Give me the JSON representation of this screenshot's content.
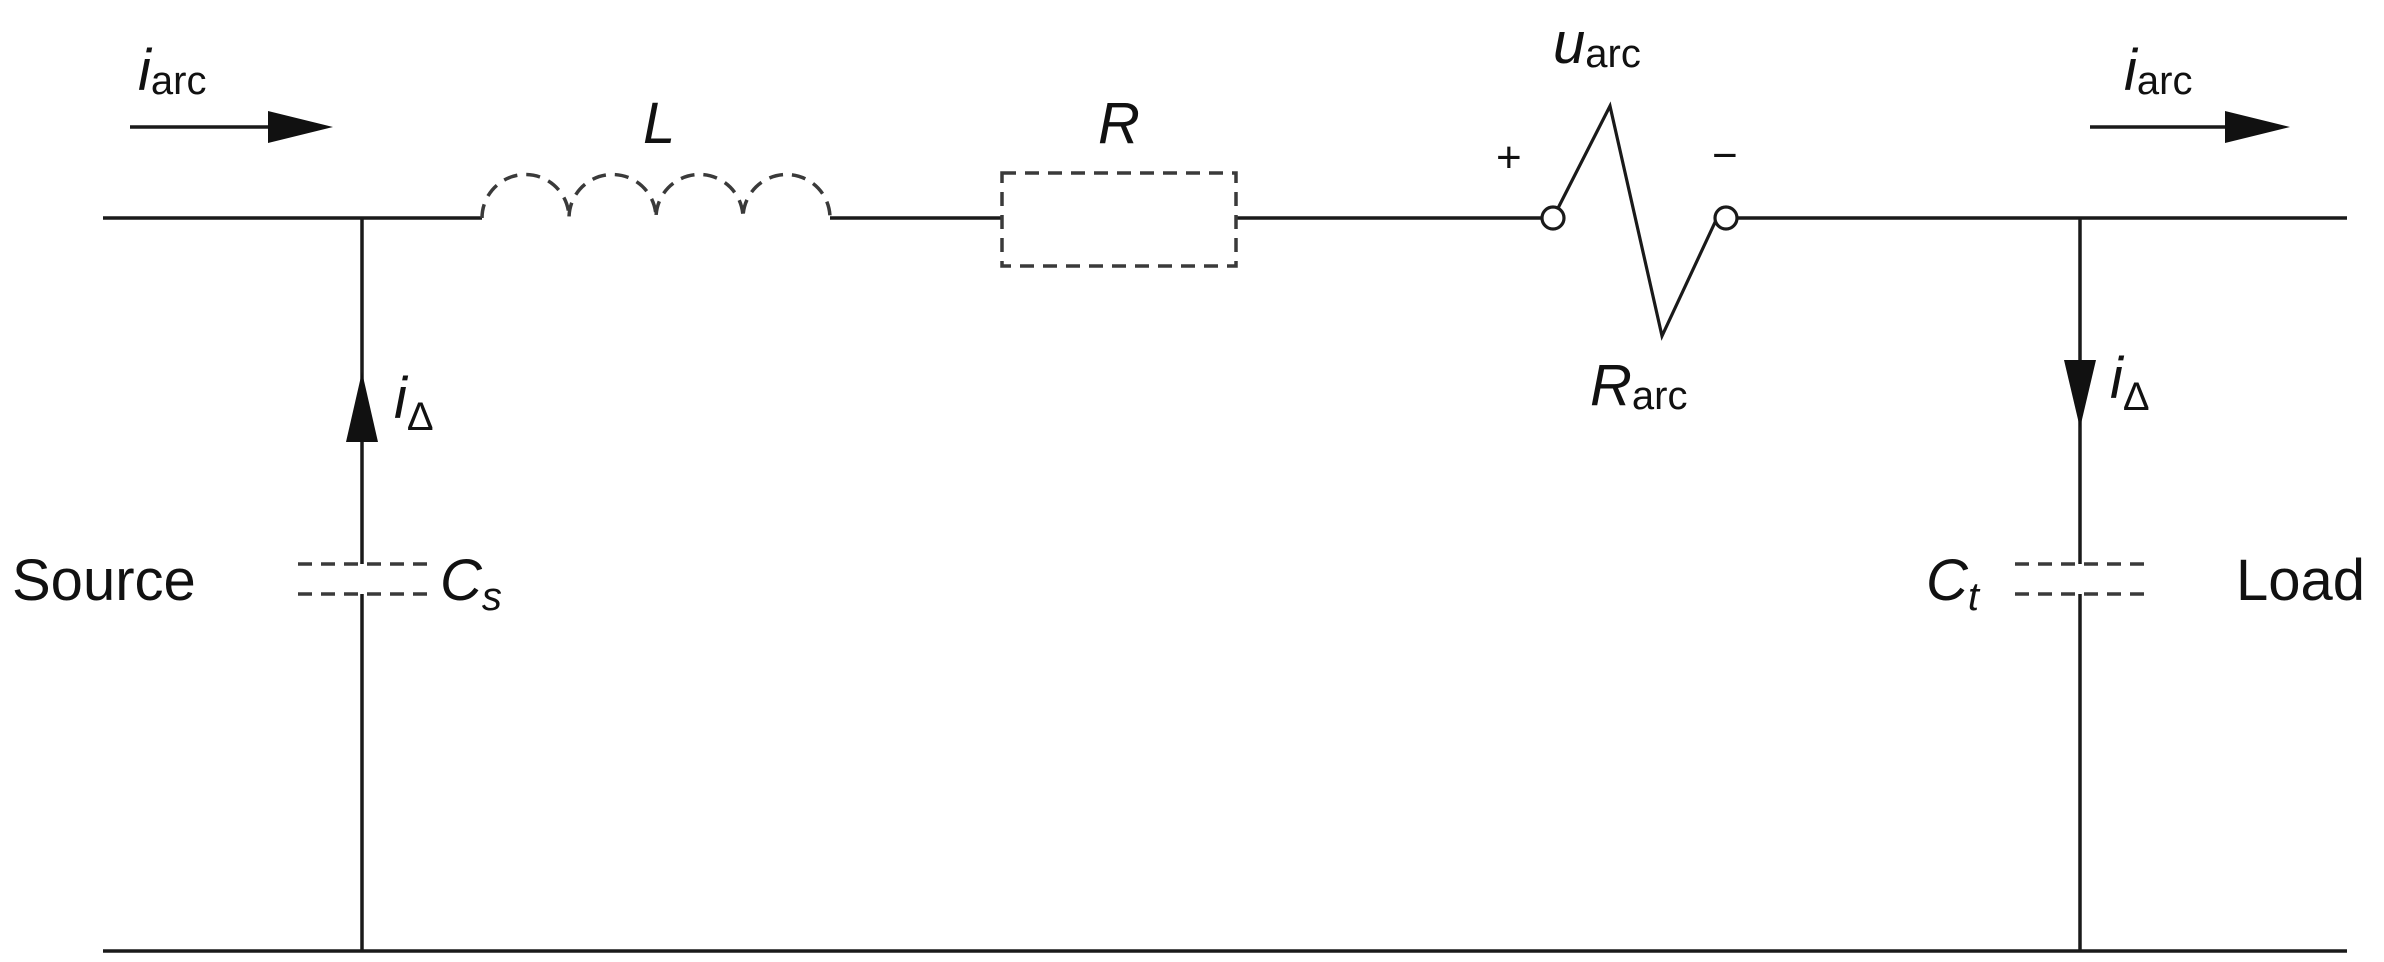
{
  "labels": {
    "i_arc_left": {
      "main": "i",
      "sub": "arc"
    },
    "i_arc_right": {
      "main": "i",
      "sub": "arc"
    },
    "inductor": "L",
    "resistor": "R",
    "u_arc": {
      "main": "u",
      "sub": "arc"
    },
    "plus": "+",
    "minus": "−",
    "r_arc": {
      "main": "R",
      "sub": "arc"
    },
    "i_delta_left": {
      "main": "i",
      "sub": "Δ"
    },
    "i_delta_right": {
      "main": "i",
      "sub": "Δ"
    },
    "cap_source": {
      "main": "C",
      "sub": "s"
    },
    "cap_load": {
      "main": "C",
      "sub": "t"
    },
    "source": "Source",
    "load": "Load"
  },
  "colors": {
    "wire": "#1a1a1a",
    "dashed_components": "#3a3a3a",
    "background": "#ffffff"
  }
}
